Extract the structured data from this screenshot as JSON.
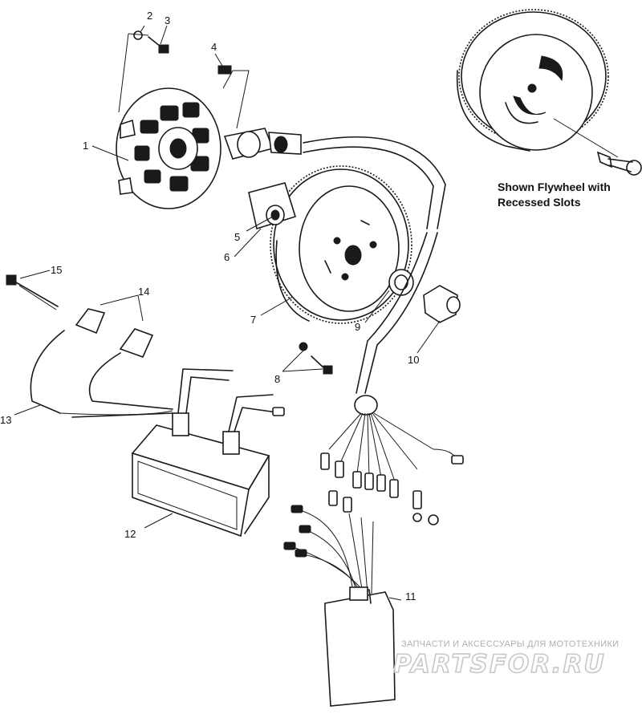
{
  "callouts": [
    {
      "id": "c1",
      "text": "1"
    },
    {
      "id": "c2",
      "text": "2"
    },
    {
      "id": "c3",
      "text": "3"
    },
    {
      "id": "c4",
      "text": "4"
    },
    {
      "id": "c5",
      "text": "5"
    },
    {
      "id": "c6",
      "text": "6"
    },
    {
      "id": "c7",
      "text": "7"
    },
    {
      "id": "c8",
      "text": "8"
    },
    {
      "id": "c9",
      "text": "9"
    },
    {
      "id": "c10",
      "text": "10"
    },
    {
      "id": "c11",
      "text": "11"
    },
    {
      "id": "c12",
      "text": "12"
    },
    {
      "id": "c13",
      "text": "13"
    },
    {
      "id": "c14",
      "text": "14"
    },
    {
      "id": "c15",
      "text": "15"
    }
  ],
  "note": {
    "line1": "Shown Flywheel with",
    "line2": "Recessed Slots"
  },
  "watermark": {
    "top": "ЗАПЧАСТИ И АКСЕССУАРЫ ДЛЯ МОТОТЕХНИКИ",
    "brand": "PARTSFOR.RU"
  }
}
